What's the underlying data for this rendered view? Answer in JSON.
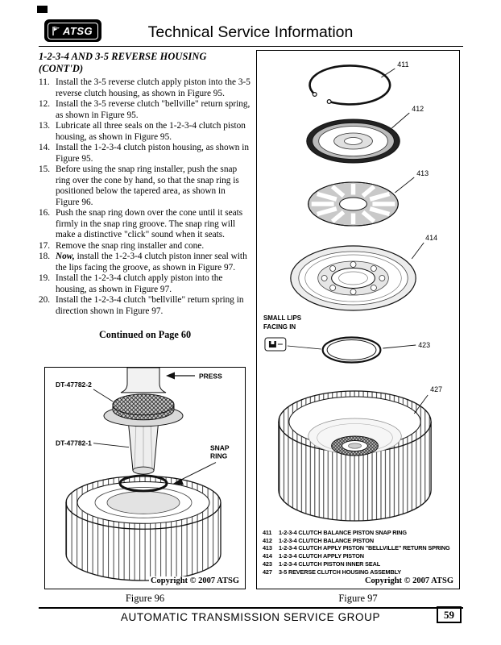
{
  "header": {
    "logo": "ATSG",
    "title": "Technical Service Information"
  },
  "article": {
    "heading": "1-2-3-4 AND 3-5 REVERSE HOUSING (CONT'D)",
    "steps": [
      {
        "num": "11.",
        "lead": "",
        "text": "Install the 3-5 reverse clutch apply piston into the 3-5 reverse clutch housing, as shown in Figure 95."
      },
      {
        "num": "12.",
        "lead": "",
        "text": "Install the 3-5 reverse clutch \"bellville\" return spring, as shown in Figure 95."
      },
      {
        "num": "13.",
        "lead": "",
        "text": "Lubricate all three seals on the 1-2-3-4 clutch piston housing, as shown in Figure 95."
      },
      {
        "num": "14.",
        "lead": "",
        "text": "Install the 1-2-3-4 clutch piston housing, as shown in Figure 95."
      },
      {
        "num": "15.",
        "lead": "",
        "text": "Before using the snap ring installer, push the snap ring over the cone by hand, so that the snap ring is positioned below the tapered area, as shown in Figure 96."
      },
      {
        "num": "16.",
        "lead": "",
        "text": "Push the snap ring down over the cone until it seats firmly in the snap ring groove.  The snap ring will make a distinctive \"click\" sound when it seats."
      },
      {
        "num": "17.",
        "lead": "",
        "text": "Remove the snap ring installer and cone."
      },
      {
        "num": "18.",
        "lead": "Now,",
        "text": " install the 1-2-3-4 clutch piston inner seal with the lips facing the groove, as shown in Figure 97."
      },
      {
        "num": "19.",
        "lead": "",
        "text": "Install the 1-2-3-4 clutch apply piston into the housing, as shown in Figure 97."
      },
      {
        "num": "20.",
        "lead": "",
        "text": "Install the 1-2-3-4 clutch \"bellville\" return spring in direction shown in Figure 97."
      }
    ],
    "continued": "Continued on Page 60"
  },
  "figure96": {
    "labels": {
      "press": "PRESS",
      "tool2": "DT-47782-2",
      "tool1": "DT-47782-1",
      "snap1": "SNAP",
      "snap2": "RING"
    },
    "copyright": "Copyright © 2007 ATSG",
    "caption": "Figure 96"
  },
  "figure97": {
    "callouts": {
      "c411": "411",
      "c412": "412",
      "c413": "413",
      "c414": "414",
      "c423": "423",
      "c427": "427"
    },
    "lips1": "SMALL LIPS",
    "lips2": "FACING IN",
    "legend": [
      {
        "num": "411",
        "desc": "1-2-3-4 CLUTCH BALANCE PISTON SNAP RING"
      },
      {
        "num": "412",
        "desc": "1-2-3-4 CLUTCH BALANCE PISTON"
      },
      {
        "num": "413",
        "desc": "1-2-3-4 CLUTCH APPLY PISTON \"BELLVILLE\" RETURN SPRING"
      },
      {
        "num": "414",
        "desc": "1-2-3-4 CLUTCH APPLY PISTON"
      },
      {
        "num": "423",
        "desc": "1-2-3-4 CLUTCH PISTON INNER SEAL"
      },
      {
        "num": "427",
        "desc": "3-5 REVERSE CLUTCH HOUSING ASSEMBLY"
      }
    ],
    "copyright": "Copyright © 2007 ATSG",
    "caption": "Figure 97"
  },
  "footer": {
    "group": "AUTOMATIC TRANSMISSION SERVICE GROUP",
    "page": "59"
  }
}
